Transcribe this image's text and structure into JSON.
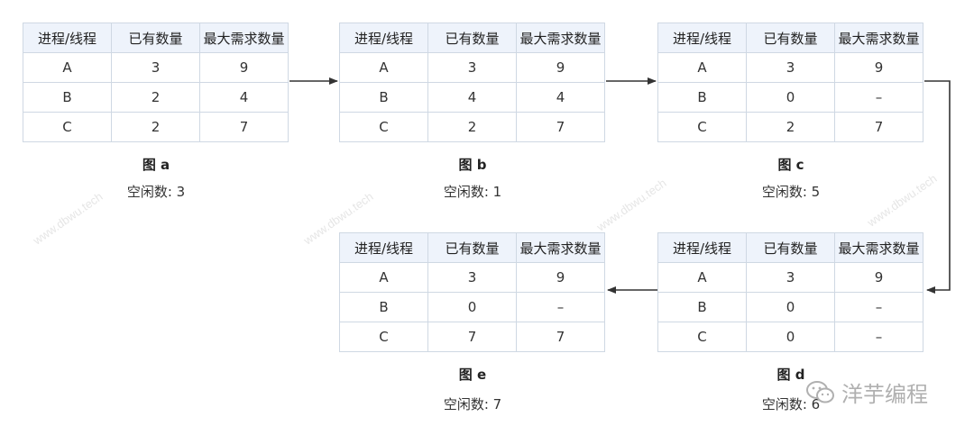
{
  "watermark": "www.dbwu.tech",
  "brand_text": "洋芋编程",
  "headers": [
    "进程/线程",
    "已有数量",
    "最大需求数量"
  ],
  "tables": {
    "a": {
      "caption": "图 a",
      "free": "空闲数: 3",
      "rows": [
        [
          "A",
          "3",
          "9"
        ],
        [
          "B",
          "2",
          "4"
        ],
        [
          "C",
          "2",
          "7"
        ]
      ]
    },
    "b": {
      "caption": "图 b",
      "free": "空闲数: 1",
      "rows": [
        [
          "A",
          "3",
          "9"
        ],
        [
          "B",
          "4",
          "4"
        ],
        [
          "C",
          "2",
          "7"
        ]
      ]
    },
    "c": {
      "caption": "图 c",
      "free": "空闲数: 5",
      "rows": [
        [
          "A",
          "3",
          "9"
        ],
        [
          "B",
          "0",
          "–"
        ],
        [
          "C",
          "2",
          "7"
        ]
      ]
    },
    "d": {
      "caption": "图 d",
      "free": "空闲数: 6",
      "rows": [
        [
          "A",
          "3",
          "9"
        ],
        [
          "B",
          "0",
          "–"
        ],
        [
          "C",
          "0",
          "–"
        ]
      ]
    },
    "e": {
      "caption": "图 e",
      "free": "空闲数: 7",
      "rows": [
        [
          "A",
          "3",
          "9"
        ],
        [
          "B",
          "0",
          "–"
        ],
        [
          "C",
          "7",
          "7"
        ]
      ]
    }
  },
  "colors": {
    "arrow": "#333333",
    "header_bg": "#eef3fb",
    "border": "#cfd8e3"
  }
}
